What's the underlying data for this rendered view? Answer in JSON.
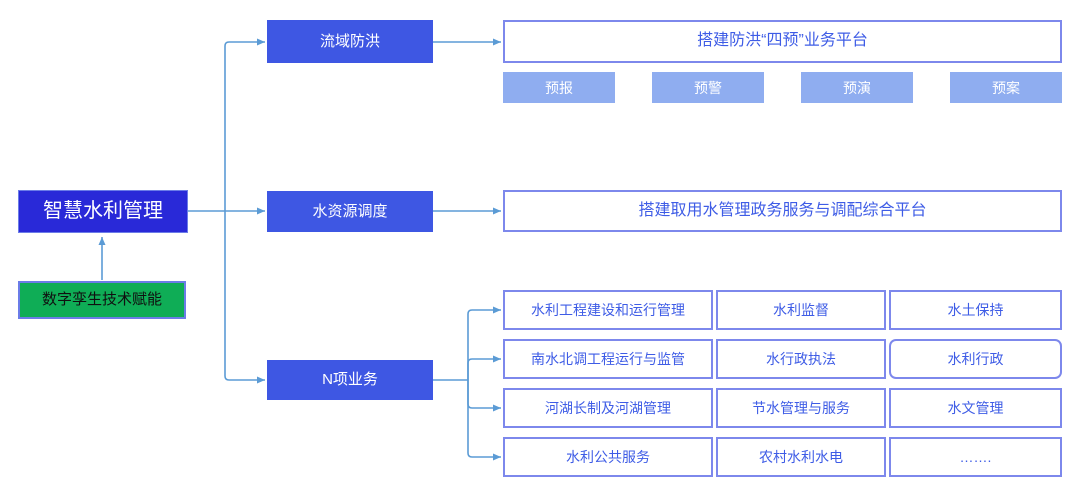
{
  "palette": {
    "root_bg": "#2929d8",
    "branch_bg": "#3e57e3",
    "chip_bg": "#8fadf0",
    "enabler_bg": "#0fad56",
    "box_border": "#7d88ec",
    "box_text": "#3e5ce6",
    "connector": "#5b9bd5"
  },
  "root": {
    "label": "智慧水利管理"
  },
  "enabler": {
    "label": "数字孪生技术赋能"
  },
  "branches": [
    {
      "label": "流域防洪",
      "platform": "搭建防洪“四预”业务平台",
      "chips": [
        "预报",
        "预警",
        "预演",
        "预案"
      ]
    },
    {
      "label": "水资源调度",
      "platform": "搭建取用水管理政务服务与调配综合平台"
    },
    {
      "label": "N项业务",
      "grid": [
        [
          "水利工程建设和运行管理",
          "水利监督",
          "水土保持"
        ],
        [
          "南水北调工程运行与监管",
          "水行政执法",
          "水利行政"
        ],
        [
          "河湖长制及河湖管理",
          "节水管理与服务",
          "水文管理"
        ],
        [
          "水利公共服务",
          "农村水利水电",
          "……."
        ]
      ]
    }
  ]
}
